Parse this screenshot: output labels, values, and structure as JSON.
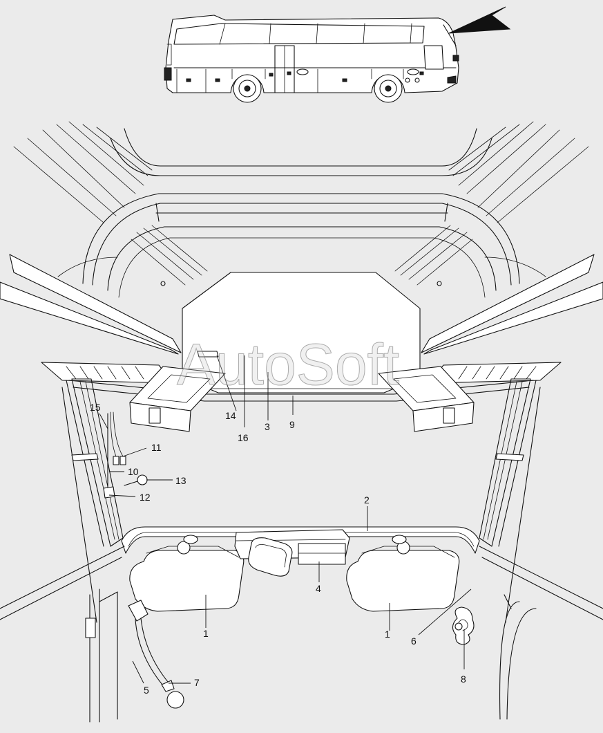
{
  "watermark": "AutoSoft",
  "callouts": [
    {
      "id": "c1a",
      "text": "1"
    },
    {
      "id": "c1b",
      "text": "1"
    },
    {
      "id": "c2",
      "text": "2"
    },
    {
      "id": "c3",
      "text": "3"
    },
    {
      "id": "c4",
      "text": "4"
    },
    {
      "id": "c5",
      "text": "5"
    },
    {
      "id": "c6",
      "text": "6"
    },
    {
      "id": "c7",
      "text": "7"
    },
    {
      "id": "c8",
      "text": "8"
    },
    {
      "id": "c9",
      "text": "9"
    },
    {
      "id": "c10",
      "text": "10"
    },
    {
      "id": "c11",
      "text": "11"
    },
    {
      "id": "c12",
      "text": "12"
    },
    {
      "id": "c13",
      "text": "13"
    },
    {
      "id": "c14",
      "text": "14"
    },
    {
      "id": "c15",
      "text": "15"
    },
    {
      "id": "c16",
      "text": "16"
    }
  ]
}
